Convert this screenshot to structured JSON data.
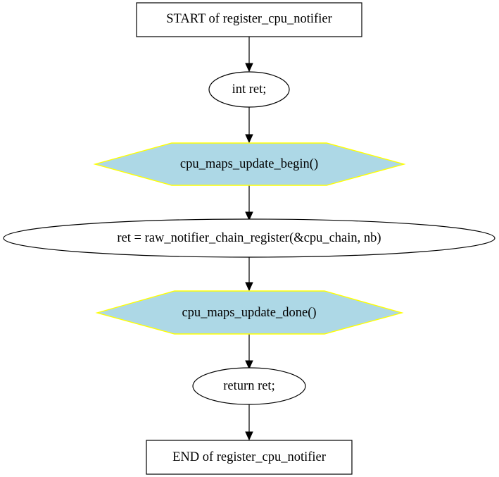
{
  "diagram": {
    "nodes": [
      {
        "id": "n_start",
        "label": "START of register_cpu_notifier",
        "shape": "box"
      },
      {
        "id": "n_decl",
        "label": "int ret;",
        "shape": "ellipse"
      },
      {
        "id": "n_begin",
        "label": "cpu_maps_update_begin()",
        "shape": "hexagon"
      },
      {
        "id": "n_register",
        "label": "ret = raw_notifier_chain_register(&cpu_chain, nb)",
        "shape": "ellipse"
      },
      {
        "id": "n_done",
        "label": "cpu_maps_update_done()",
        "shape": "hexagon"
      },
      {
        "id": "n_return",
        "label": "return ret;",
        "shape": "ellipse"
      },
      {
        "id": "n_end",
        "label": "END of register_cpu_notifier",
        "shape": "box"
      }
    ],
    "edges": [
      {
        "from": "n_start",
        "to": "n_decl"
      },
      {
        "from": "n_decl",
        "to": "n_begin"
      },
      {
        "from": "n_begin",
        "to": "n_register"
      },
      {
        "from": "n_register",
        "to": "n_done"
      },
      {
        "from": "n_done",
        "to": "n_return"
      },
      {
        "from": "n_return",
        "to": "n_end"
      }
    ],
    "colors": {
      "hexagon_fill": "#add8e6",
      "hexagon_stroke": "#ffff00",
      "default_fill": "#ffffff",
      "default_stroke": "#000000"
    }
  }
}
